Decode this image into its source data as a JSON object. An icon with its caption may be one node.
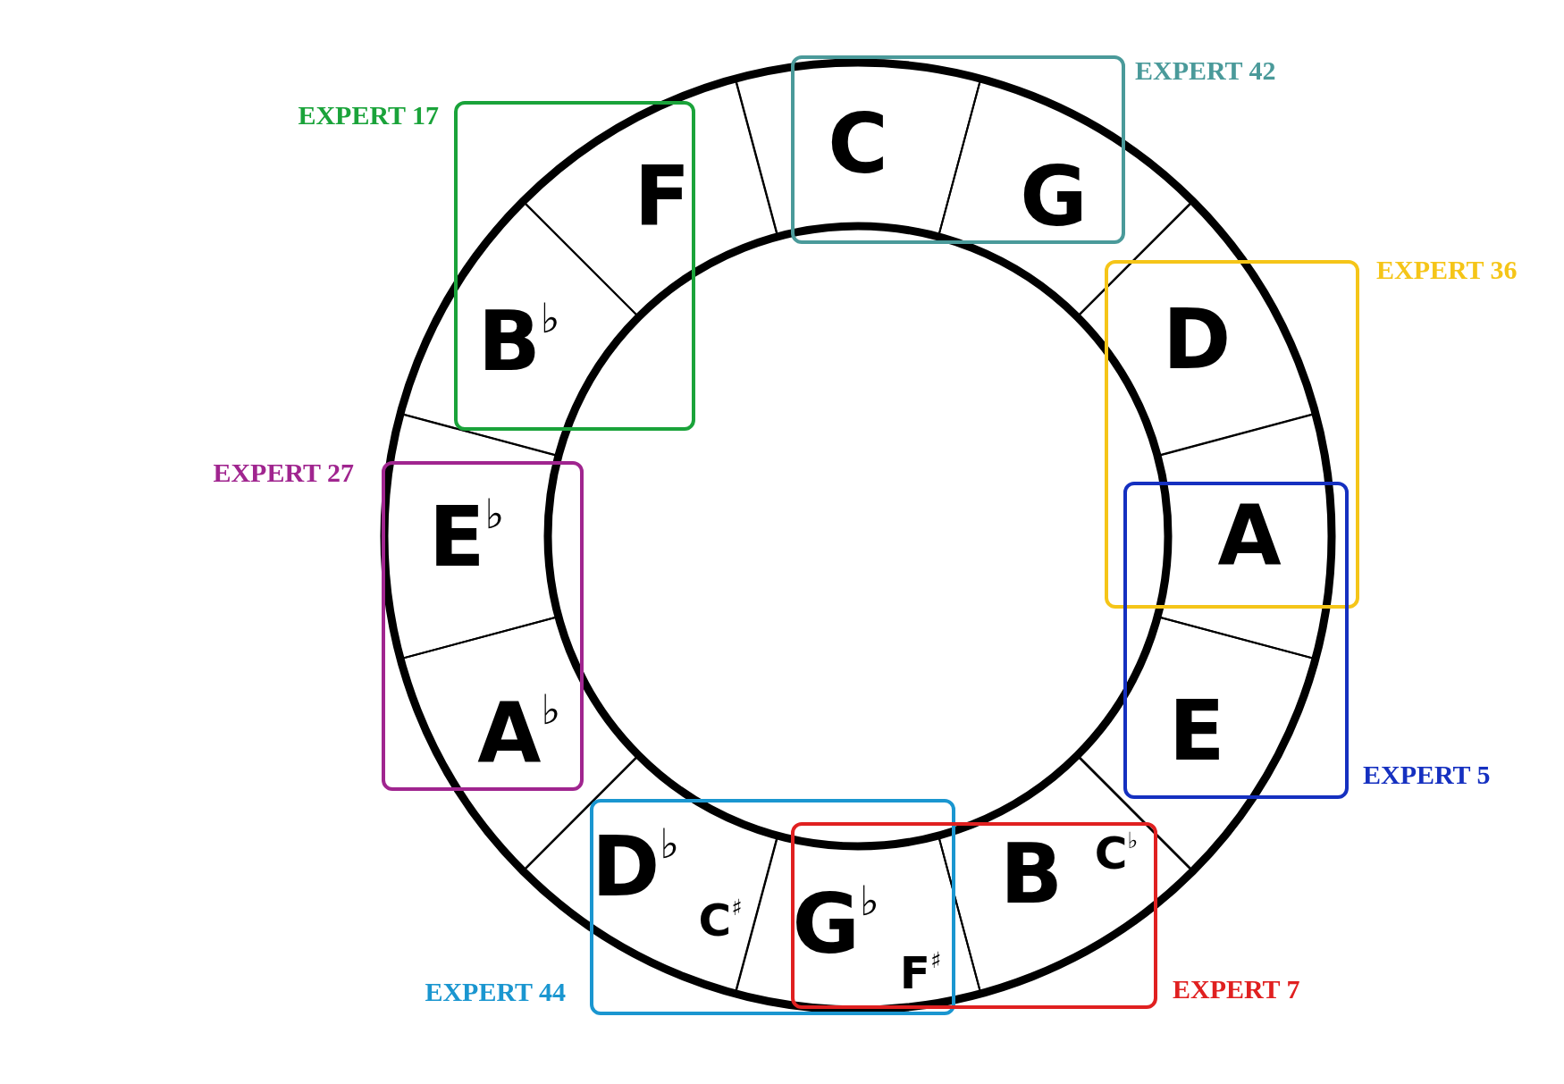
{
  "diagram": {
    "nodes": [
      {
        "text": [
          "C"
        ]
      },
      {
        "text": [
          "G"
        ]
      },
      {
        "text": [
          "D"
        ]
      },
      {
        "text": [
          "A"
        ]
      },
      {
        "text": [
          "E"
        ]
      },
      {
        "text": [
          "B",
          "C$^{♭}$"
        ]
      },
      {
        "text": [
          "G$^{♭}$",
          "F$^{♯}$"
        ]
      },
      {
        "text": [
          "D$^{♭}$",
          "C$^{♯}$"
        ]
      },
      {
        "text": [
          "A$^{♭}$"
        ]
      },
      {
        "text": [
          "E$^{♭}$"
        ]
      },
      {
        "text": [
          "B$^{♭}$"
        ]
      },
      {
        "text": [
          "F"
        ]
      },
      {
        "text": [
          "EXPERT 17"
        ]
      },
      {
        "text": [
          "EXPERT 42"
        ]
      },
      {
        "text": [
          "EXPERT 36"
        ]
      },
      {
        "text": [
          "EXPERT 27"
        ]
      },
      {
        "text": [
          "EXPERT 5"
        ]
      },
      {
        "text": [
          "EXPERT 44"
        ]
      },
      {
        "text": [
          "EXPERT 7"
        ]
      }
    ],
    "edges": []
  }
}
